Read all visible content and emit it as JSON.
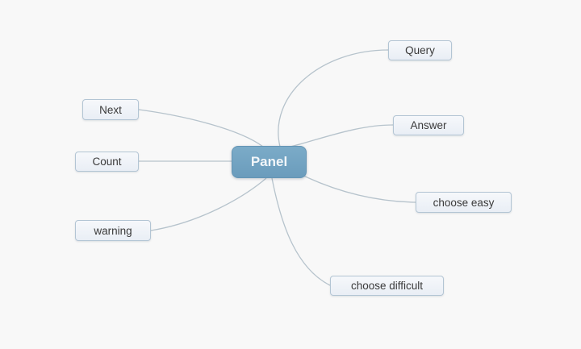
{
  "canvas": {
    "background_color": "#f8f8f8"
  },
  "mindmap": {
    "root": {
      "label": "Panel",
      "fill_color": "#6fa0c0",
      "text_color": "#ffffff"
    },
    "children": [
      {
        "label": "Query"
      },
      {
        "label": "Answer"
      },
      {
        "label": "choose easy"
      },
      {
        "label": "choose difficult"
      },
      {
        "label": "warning"
      },
      {
        "label": "Count"
      },
      {
        "label": "Next"
      }
    ],
    "colors": {
      "connector": "#b6c3cc",
      "child_fill": "#eef2f7",
      "child_border": "#b3c5d4",
      "child_text": "#3a3a3a"
    }
  }
}
